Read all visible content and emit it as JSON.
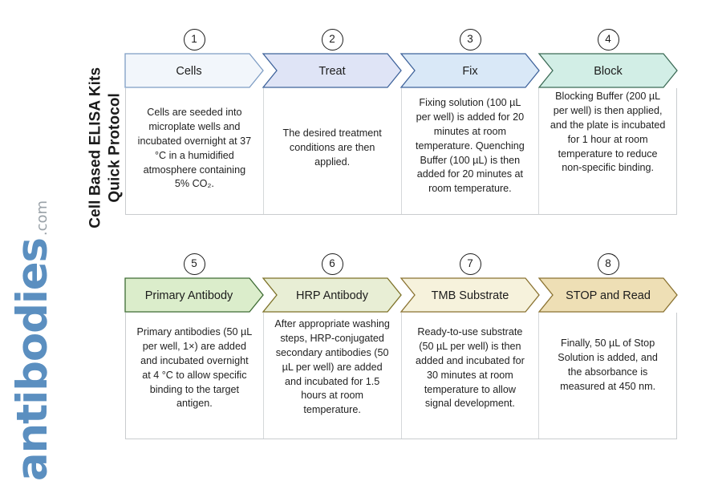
{
  "title": {
    "line1": "Cell Based ELISA Kits",
    "line2": "Quick Protocol"
  },
  "logo": {
    "word": "antibodies",
    "suffix": ".com",
    "word_color": "#5b8fc0",
    "suffix_color": "#9aa2a8"
  },
  "rows": [
    {
      "steps": [
        {
          "number": "1",
          "label": "Cells",
          "fill": "#f2f6fb",
          "stroke": "#7e9dc4",
          "description": "Cells are seeded into microplate wells and incubated overnight at 37 °C in a humidified atmosphere containing 5% CO₂."
        },
        {
          "number": "2",
          "label": "Treat",
          "fill": "#dfe4f6",
          "stroke": "#3f639b",
          "description": "The desired treatment conditions are then applied."
        },
        {
          "number": "3",
          "label": "Fix",
          "fill": "#d9e8f7",
          "stroke": "#3f639b",
          "description": "Fixing solution (100 µL per well) is added for 20 minutes at room temperature. Quenching Buffer (100 µL) is then added for 20 minutes at room temperature."
        },
        {
          "number": "4",
          "label": "Block",
          "fill": "#d2eee6",
          "stroke": "#3c6b56",
          "description": "Blocking Buffer (200 µL per well) is then applied, and the plate is incubated for 1 hour at room temperature to reduce non-specific binding."
        }
      ]
    },
    {
      "steps": [
        {
          "number": "5",
          "label": "Primary Antibody",
          "fill": "#dbedcb",
          "stroke": "#3d6b33",
          "description": "Primary antibodies (50 µL per well, 1×) are added and incubated overnight at 4 °C to allow specific binding to the target antigen."
        },
        {
          "number": "6",
          "label": "HRP Antibody",
          "fill": "#e8eed5",
          "stroke": "#7d7127",
          "description": "After appropriate washing steps, HRP-conjugated secondary antibodies (50 µL per well) are added and incubated for 1.5 hours at room temperature."
        },
        {
          "number": "7",
          "label": "TMB Substrate",
          "fill": "#f6f2dc",
          "stroke": "#8a7230",
          "description": "Ready-to-use substrate (50 µL per well) is then added and incubated for 30 minutes at room temperature to allow signal development."
        },
        {
          "number": "8",
          "label": "STOP and Read",
          "fill": "#eedfb5",
          "stroke": "#8a7230",
          "description": "Finally, 50 µL of Stop Solution is added, and the absorbance is measured at 450 nm."
        }
      ]
    }
  ]
}
